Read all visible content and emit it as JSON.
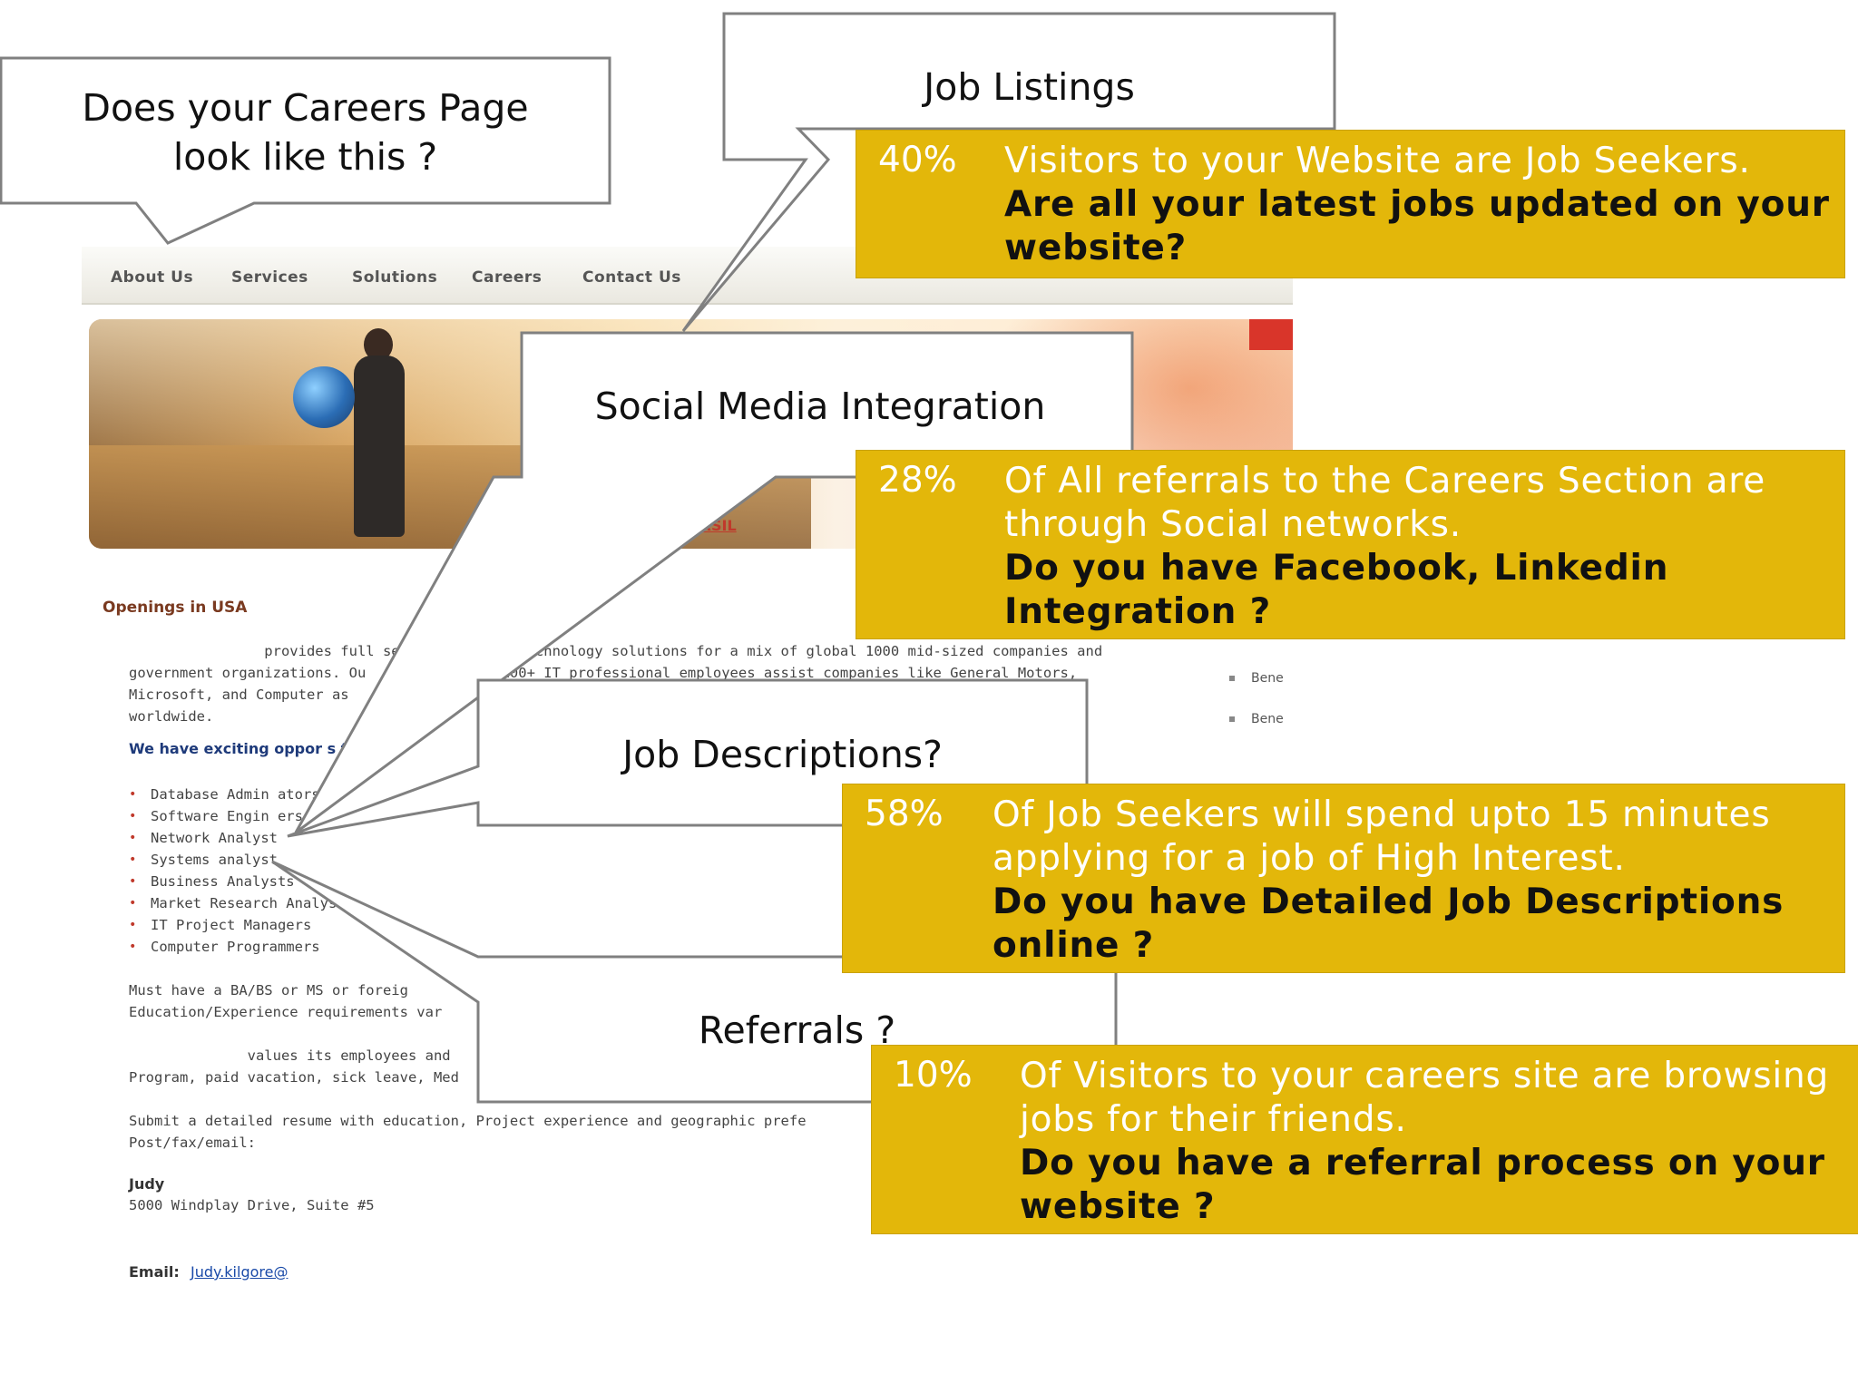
{
  "website": {
    "nav": [
      "About Us",
      "Services",
      "Solutions",
      "Careers",
      "Contact Us"
    ],
    "banner_tab": "s @ RSIL",
    "openings_heading": "Openings in USA",
    "intro_lines": [
      "                provides full ser          on technology solutions for a mix of global 1000 mid-sized companies and",
      "government organizations. Ou           over 100+ IT professional employees assist companies like General Motors,",
      "Microsoft, and Computer as                                                                      ngagement",
      "worldwide."
    ],
    "exciting_heading": "We have exciting oppor         s for:",
    "jobs": [
      "Database Admin       ators",
      "Software Engin    ers",
      "Network Analyst",
      "Systems analyst",
      "Business Analysts",
      "Market Research Analyst",
      "IT Project Managers",
      "Computer Programmers"
    ],
    "requirement_lines": [
      "Must have a BA/BS or MS or foreig                                                               d field.",
      "Education/Experience requirements var"
    ],
    "benefits_lines": [
      "              values its employees and",
      "Program, paid vacation, sick leave, Med"
    ],
    "submit_lines": [
      "Submit a detailed resume with education, Project experience and geographic prefe",
      "Post/fax/email:"
    ],
    "contact_name": "Judy",
    "contact_address": "5000 Windplay Drive, Suite #5",
    "email_label": "Email:",
    "email_value": "Judy.kilgore@",
    "side_benefits": [
      "Bene",
      "Bene"
    ]
  },
  "callouts": {
    "careers_question": [
      "Does your Careers Page",
      "look like this ?"
    ],
    "job_listings": "Job Listings",
    "social_media": "Social Media Integration",
    "job_descriptions": "Job Descriptions?",
    "referrals": "Referrals ?"
  },
  "stats": [
    {
      "percent": "40%",
      "lines": [
        "Visitors to your Website are Job Seekers."
      ],
      "question": "Are all your latest jobs updated on your website?"
    },
    {
      "percent": "28%",
      "lines": [
        "Of All referrals to the Careers Section are",
        "through Social networks."
      ],
      "question": "Do you have Facebook, Linkedin Integration ?"
    },
    {
      "percent": "58%",
      "lines": [
        "Of Job Seekers will spend upto 15 minutes",
        "applying for a job of High Interest."
      ],
      "question": "Do you have Detailed Job Descriptions online ?"
    },
    {
      "percent": "10%",
      "lines": [
        "Of Visitors to your careers site are browsing",
        "jobs for their friends."
      ],
      "question": "Do you have a referral process on your website ?"
    }
  ],
  "colors": {
    "stat_fill": "#e3b70a",
    "stat_text": "#ffffff",
    "question_text": "#111111",
    "callout_border": "#808080"
  }
}
